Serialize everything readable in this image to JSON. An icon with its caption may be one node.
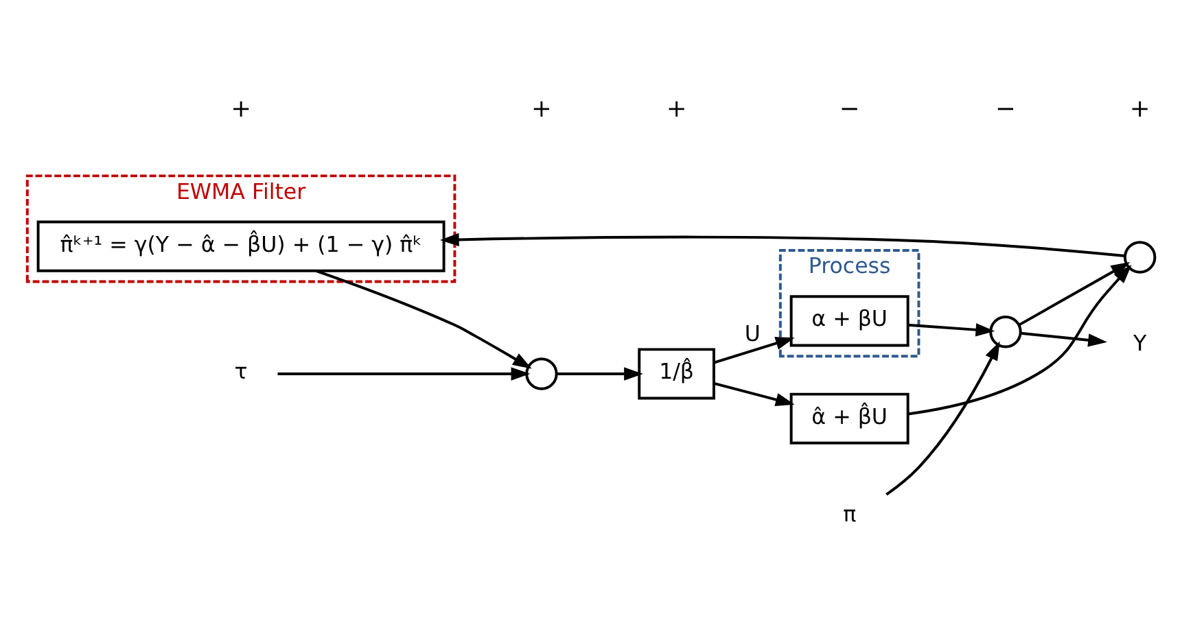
{
  "diagram": {
    "nodes": [
      {
        "text": [
          "Process"
        ]
      },
      {
        "text": [
          "π"
        ]
      },
      {
        "text": [
          "τ"
        ]
      },
      {
        "text": [],
        "shape": "circle"
      },
      {
        "text": [
          "1/β̂"
        ]
      },
      {
        "text": [
          "α + βU"
        ],
        "in": 0
      },
      {
        "text": [],
        "shape": "circle"
      },
      {
        "text": [
          "Y"
        ]
      },
      {
        "text": [],
        "shape": "circle"
      },
      {
        "text": [
          "α̂ + β̂U"
        ]
      },
      {
        "text": [
          "EWMA Filter"
        ]
      },
      {
        "text": [
          "π̂ᵏ⁺¹ = γ(Y − α̂ − β̂U) + (1 − γ) π̂ᵏ"
        ],
        "in": 10
      }
    ],
    "edges": [
      {
        "from": 2,
        "to": 3,
        "arrow": "to"
      },
      {
        "from": 3,
        "to": 4,
        "arrow": "to"
      },
      {
        "from": 4,
        "to": 5,
        "arrow": "to",
        "label": "U"
      },
      {
        "from": 4,
        "to": 9,
        "arrow": "to"
      },
      {
        "from": 5,
        "to": 6,
        "arrow": "to"
      },
      {
        "from": 1,
        "to": 6,
        "arrow": "to"
      },
      {
        "from": 6,
        "to": 7,
        "arrow": "to"
      },
      {
        "from": 6,
        "to": 8,
        "arrow": "to"
      },
      {
        "from": 9,
        "to": 8,
        "arrow": "to"
      },
      {
        "from": 8,
        "to": 11,
        "arrow": "to"
      },
      {
        "from": 11,
        "to": 3,
        "arrow": "to"
      }
    ],
    "labels": [
      "+",
      "+",
      "+",
      "−",
      "−",
      "+"
    ]
  }
}
